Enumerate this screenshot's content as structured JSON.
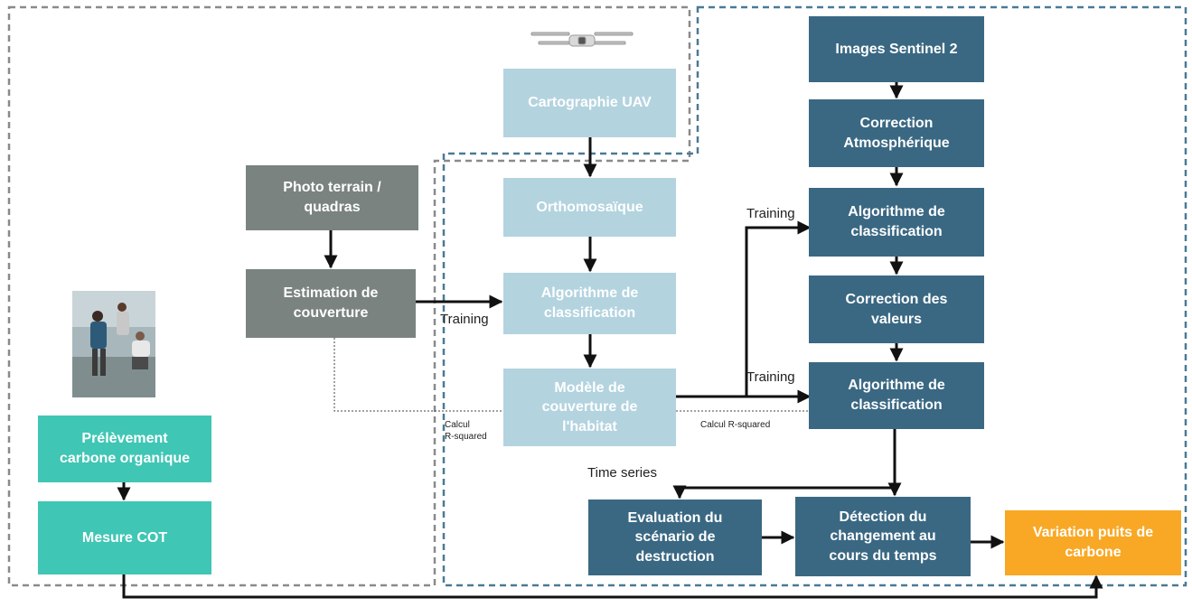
{
  "nodes": {
    "sentinel": "Images Sentinel 2",
    "correction_atmo": "Correction\nAtmosphérique",
    "algo_classif_1": "Algorithme de\nclassification",
    "correction_valeurs": "Correction des\nvaleurs",
    "algo_classif_2": "Algorithme de\nclassification",
    "cartographie_uav": "Cartographie UAV",
    "orthomosaique": "Orthomosaïque",
    "algo_classif_uav": "Algorithme de\nclassification",
    "modele_couverture": "Modèle de\ncouverture de\nl'habitat",
    "photo_terrain": "Photo terrain /\nquadras",
    "estimation_couverture": "Estimation de\ncouverture",
    "prelevement": "Prélèvement\ncarbone organique",
    "mesure_cot": "Mesure COT",
    "evaluation": "Evaluation du\nscénario de\ndestruction",
    "detection": "Détection du\nchangement au\ncours du temps",
    "variation": "Variation puits de\ncarbone"
  },
  "edge_labels": {
    "training_uav": "Training",
    "training_top": "Training",
    "training_mid": "Training",
    "time_series": "Time series",
    "calcul_rsquared_left": "Calcul\nR-squared",
    "calcul_rsquared_right": "Calcul R-squared"
  },
  "images": {
    "drone": "drone-icon",
    "field_photo": "field-sampling-photo"
  },
  "colors": {
    "dark_blue": "#3a6883",
    "light_blue": "#b3d3df",
    "grey": "#7a837f",
    "teal": "#40c6b5",
    "orange": "#f9a825",
    "dashed_grey": "#8a8a8a",
    "dashed_blue": "#4a7a96"
  }
}
